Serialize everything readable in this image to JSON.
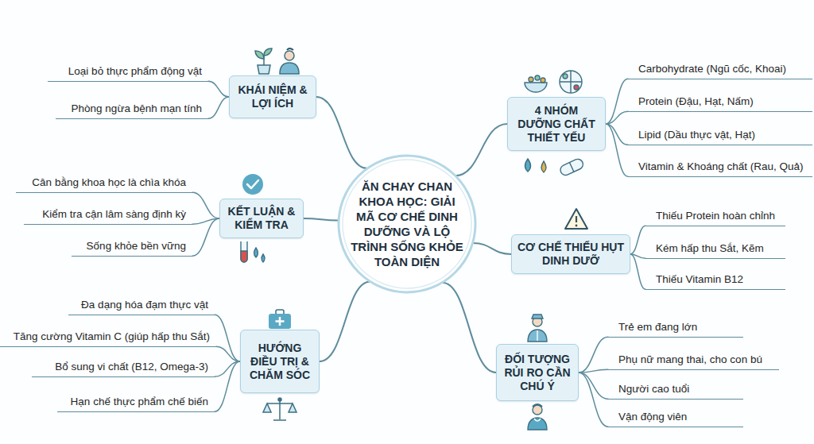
{
  "diagram": {
    "nodes": [
      {
        "text": [
          "ĂN CHAY CHAN KHOA HỌC: GIẢI MÃ CƠ CHẾ DINH DƯỠNG VÀ LỘ TRÌNH SỐNG KHỎE TOÀN DIỆN"
        ]
      },
      {
        "text": [
          "KHÁI NIỆM & LỢI ÍCH"
        ]
      },
      {
        "text": [
          "Loại bỏ thực phẩm động vật"
        ]
      },
      {
        "text": [
          "Phòng ngừa bệnh mạn tính"
        ]
      },
      {
        "text": [
          "4 NHÓM DƯỠNG CHẤT THIẾT YẾU"
        ]
      },
      {
        "text": [
          "Carbohydrate (Ngũ cốc, Khoai)"
        ]
      },
      {
        "text": [
          "Protein (Đậu, Hạt, Nấm)"
        ]
      },
      {
        "text": [
          "Lipid (Dầu thực vật, Hạt)"
        ]
      },
      {
        "text": [
          "Vitamin & Khoáng chất (Rau, Quả)"
        ]
      },
      {
        "text": [
          "KẾT LUẬN & KIỂM TRA"
        ]
      },
      {
        "text": [
          "Cân bằng khoa học là chìa khóa"
        ]
      },
      {
        "text": [
          "Kiểm tra cận lâm sàng định kỳ"
        ]
      },
      {
        "text": [
          "Sống khỏe bền vững"
        ]
      },
      {
        "text": [
          "CƠ CHẾ THIẾU HỤT DINH DƯỠ"
        ]
      },
      {
        "text": [
          "Thiếu Protein hoàn chỉnh"
        ]
      },
      {
        "text": [
          "Kém hấp thu Sắt, Kẽm"
        ]
      },
      {
        "text": [
          "Thiếu Vitamin B12"
        ]
      },
      {
        "text": [
          "HƯỚNG ĐIỀU TRỊ & CHĂM SÓC"
        ]
      },
      {
        "text": [
          "Đa dạng hóa đạm thực vật"
        ]
      },
      {
        "text": [
          "Tăng cường Vitamin C (giúp hấp thu Sắt)"
        ]
      },
      {
        "text": [
          "Bổ sung vi chất (B12, Omega-3)"
        ]
      },
      {
        "text": [
          "Hạn chế thực phẩm chế biến"
        ]
      },
      {
        "text": [
          "ĐỐI TƯỢNG RỦI RO CẦN CHÚ Ý"
        ]
      },
      {
        "text": [
          "Trẻ em đang lớn"
        ]
      },
      {
        "text": [
          "Phụ nữ mang thai, cho con bú"
        ]
      },
      {
        "text": [
          "Người cao tuổi"
        ]
      },
      {
        "text": [
          "Vận động viên"
        ]
      }
    ],
    "edges": [
      {
        "from": 0,
        "to": 1,
        "arrow": "none"
      },
      {
        "from": 0,
        "to": 4,
        "arrow": "none"
      },
      {
        "from": 0,
        "to": 9,
        "arrow": "none"
      },
      {
        "from": 0,
        "to": 13,
        "arrow": "none"
      },
      {
        "from": 0,
        "to": 17,
        "arrow": "none"
      },
      {
        "from": 0,
        "to": 22,
        "arrow": "none"
      },
      {
        "from": 1,
        "to": 2,
        "arrow": "none"
      },
      {
        "from": 1,
        "to": 3,
        "arrow": "none"
      },
      {
        "from": 4,
        "to": 5,
        "arrow": "none"
      },
      {
        "from": 4,
        "to": 6,
        "arrow": "none"
      },
      {
        "from": 4,
        "to": 7,
        "arrow": "none"
      },
      {
        "from": 4,
        "to": 8,
        "arrow": "none"
      },
      {
        "from": 9,
        "to": 10,
        "arrow": "none"
      },
      {
        "from": 9,
        "to": 11,
        "arrow": "none"
      },
      {
        "from": 9,
        "to": 12,
        "arrow": "none"
      },
      {
        "from": 13,
        "to": 14,
        "arrow": "none"
      },
      {
        "from": 13,
        "to": 15,
        "arrow": "none"
      },
      {
        "from": 13,
        "to": 16,
        "arrow": "none"
      },
      {
        "from": 17,
        "to": 18,
        "arrow": "none"
      },
      {
        "from": 17,
        "to": 19,
        "arrow": "none"
      },
      {
        "from": 17,
        "to": 20,
        "arrow": "none"
      },
      {
        "from": 17,
        "to": 21,
        "arrow": "none"
      },
      {
        "from": 22,
        "to": 23,
        "arrow": "none"
      },
      {
        "from": 22,
        "to": 24,
        "arrow": "none"
      },
      {
        "from": 22,
        "to": 25,
        "arrow": "none"
      },
      {
        "from": 22,
        "to": 26,
        "arrow": "none"
      }
    ]
  }
}
